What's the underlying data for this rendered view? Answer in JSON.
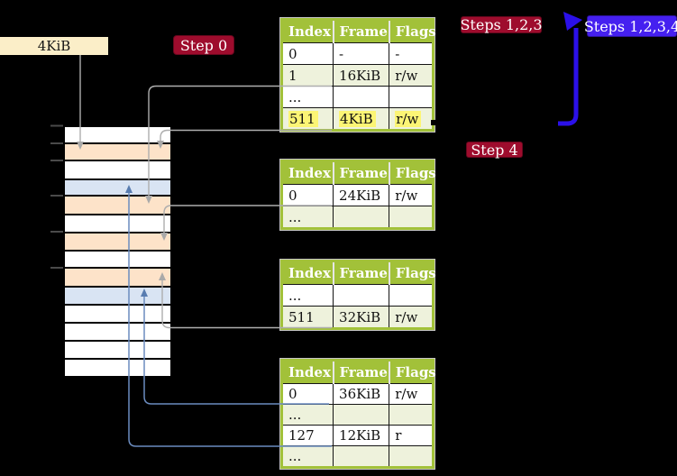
{
  "labels": {
    "page_size": "4KiB",
    "step_0": "Step 0",
    "steps_1_2_3": "Steps 1,2,3",
    "steps_1_2_3_4": "Steps 1,2,3,4",
    "step_4": "Step 4"
  },
  "page_tables": [
    {
      "headers": [
        "Index",
        "Frame",
        "Flags"
      ],
      "rows": [
        {
          "cells": [
            "0",
            "-",
            "-"
          ],
          "shaded": false,
          "highlighted": false
        },
        {
          "cells": [
            "1",
            "16KiB",
            "r/w"
          ],
          "shaded": true,
          "highlighted": false
        },
        {
          "cells": [
            "...",
            "",
            ""
          ],
          "shaded": false,
          "highlighted": false
        },
        {
          "cells": [
            "511",
            "4KiB",
            "r/w"
          ],
          "shaded": true,
          "highlighted": true
        }
      ]
    },
    {
      "headers": [
        "Index",
        "Frame",
        "Flags"
      ],
      "rows": [
        {
          "cells": [
            "0",
            "24KiB",
            "r/w"
          ],
          "shaded": false,
          "highlighted": false
        },
        {
          "cells": [
            "...",
            "",
            ""
          ],
          "shaded": true,
          "highlighted": false
        }
      ]
    },
    {
      "headers": [
        "Index",
        "Frame",
        "Flags"
      ],
      "rows": [
        {
          "cells": [
            "...",
            "",
            ""
          ],
          "shaded": false,
          "highlighted": false
        },
        {
          "cells": [
            "511",
            "32KiB",
            "r/w"
          ],
          "shaded": true,
          "highlighted": false
        }
      ]
    },
    {
      "headers": [
        "Index",
        "Frame",
        "Flags"
      ],
      "rows": [
        {
          "cells": [
            "0",
            "36KiB",
            "r/w"
          ],
          "shaded": false,
          "highlighted": false
        },
        {
          "cells": [
            "...",
            "",
            ""
          ],
          "shaded": true,
          "highlighted": false
        },
        {
          "cells": [
            "127",
            "12KiB",
            "r"
          ],
          "shaded": false,
          "highlighted": false
        },
        {
          "cells": [
            "...",
            "",
            ""
          ],
          "shaded": true,
          "highlighted": false
        }
      ]
    }
  ],
  "memory": {
    "frames": [
      "white",
      "peach",
      "white",
      "blue",
      "peach",
      "white",
      "peach",
      "white",
      "peach",
      "blue",
      "white",
      "white",
      "white",
      "white"
    ]
  },
  "colors": {
    "table_header_green": "#a2c139",
    "table_row_green": "#eef2dc",
    "highlight_yellow": "#fcf575",
    "frame_peach": "#fde3c9",
    "frame_blue": "#d9e4f3",
    "frame_white": "#ffffff",
    "badge_red": "#9e0c2d",
    "badge_blue": "#4520f0",
    "big_arrow_blue": "#2b10e9",
    "connector_gray": "#aeaeae",
    "connector_blue": "#6b8cbf"
  }
}
